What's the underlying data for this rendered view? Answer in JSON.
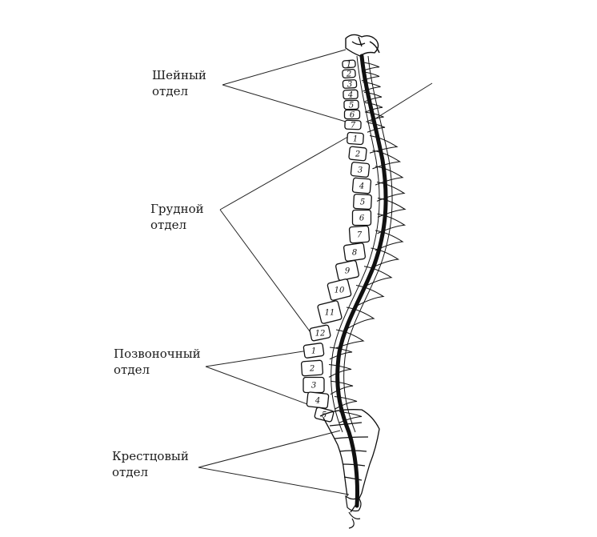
{
  "labels": {
    "cervical": {
      "line1": "Шейный",
      "line2": "отдел"
    },
    "thoracic": {
      "line1": "Грудной",
      "line2": "отдел"
    },
    "lumbar": {
      "line1": "Позвоночный",
      "line2": "отдел"
    },
    "sacral": {
      "line1": "Крестцовый",
      "line2": "отдел"
    }
  },
  "vertebra_numbers": {
    "cervical": [
      "1",
      "2",
      "3",
      "4",
      "5",
      "6",
      "7"
    ],
    "thoracic": [
      "1",
      "2",
      "3",
      "4",
      "5",
      "6",
      "7",
      "8",
      "9",
      "10",
      "11",
      "12"
    ],
    "lumbar": [
      "1",
      "2",
      "3",
      "4",
      "5"
    ]
  },
  "colors": {
    "ink": "#111111",
    "background": "#ffffff"
  }
}
